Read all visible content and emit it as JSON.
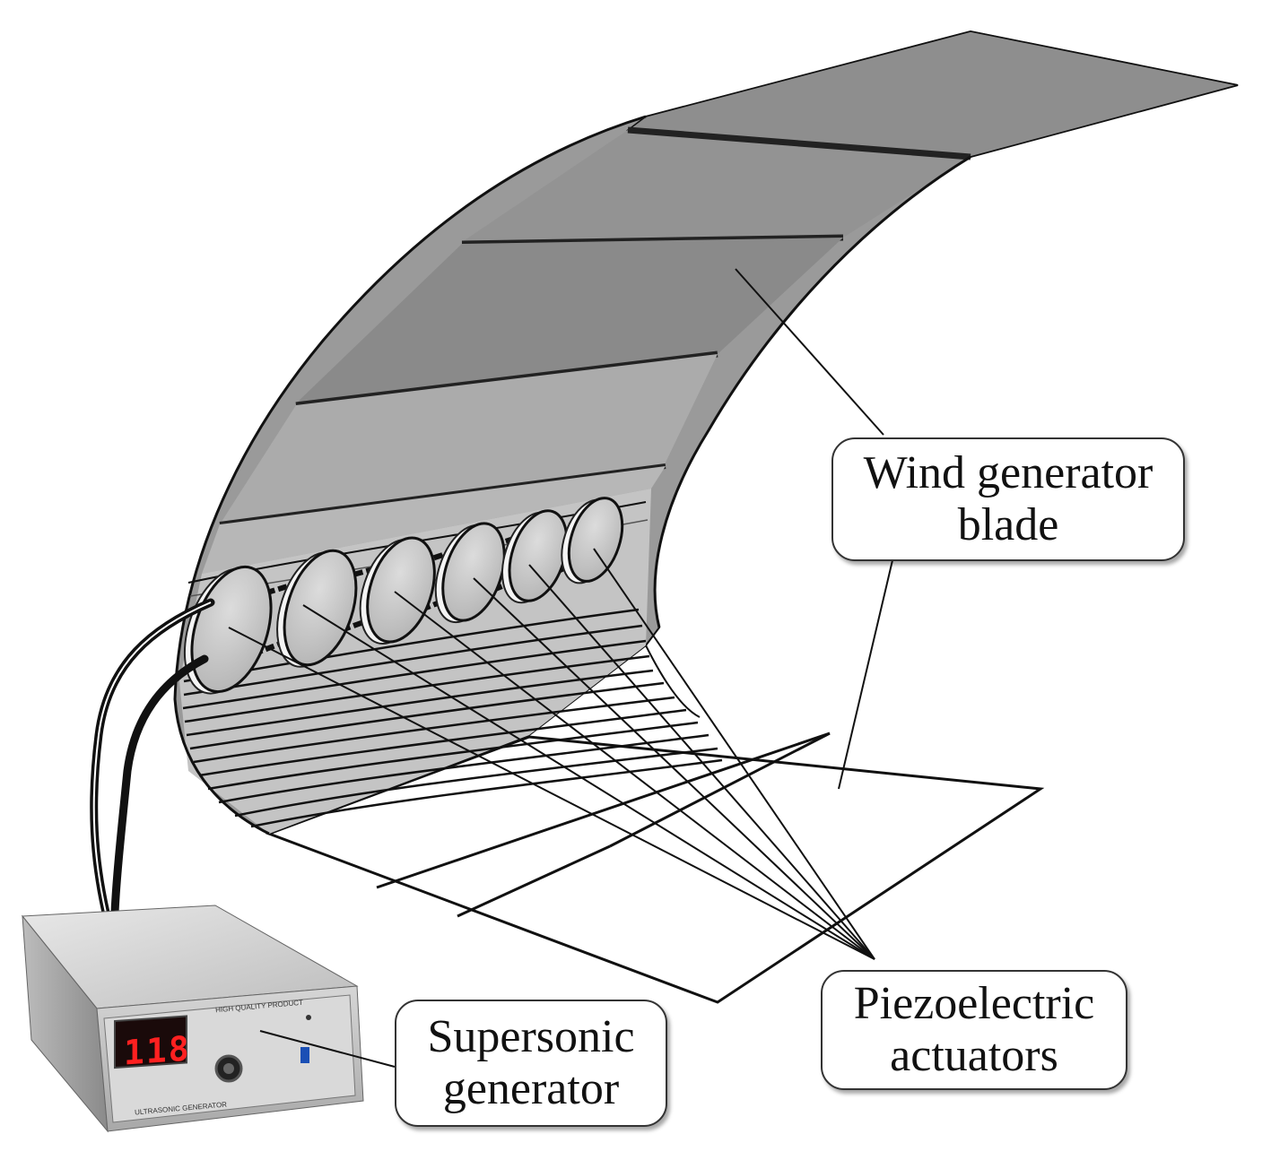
{
  "labels": {
    "blade": [
      "Wind generator",
      "blade"
    ],
    "piezo": [
      "Piezoelectric",
      "actuators"
    ],
    "generator": [
      "Supersonic",
      "generator"
    ]
  },
  "device": {
    "display": "118",
    "panel_top": "HIGH QUALITY PRODUCT",
    "panel_bottom": "ULTRASONIC GENERATOR"
  },
  "colors": {
    "blade_dark": "#8f8f8f",
    "blade_band": "#a9a9a9",
    "blade_light": "#c9c9c9",
    "actuator": "#cfcfcf",
    "line": "#111111",
    "lcd": "#ff2020"
  },
  "actuator_count": 6
}
